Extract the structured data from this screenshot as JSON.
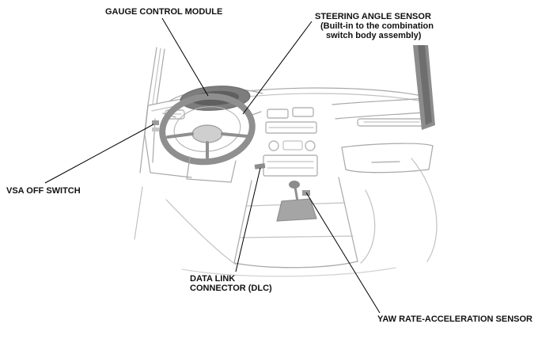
{
  "colors": {
    "label_text": "#111111",
    "leader_line": "#000000",
    "sketch_light": "#a8a8a8",
    "sketch_dark": "#7d7d7d"
  },
  "labels": {
    "gauge_control_module": "GAUGE CONTROL MODULE",
    "steering_angle_sensor": {
      "title": "STEERING ANGLE SENSOR",
      "note_line1": "(Built-in to the combination",
      "note_line2": "switch body assembly)"
    },
    "vsa_off_switch": "VSA OFF SWITCH",
    "data_link_connector": {
      "line1": "DATA LINK",
      "line2": "CONNECTOR (DLC)"
    },
    "yaw_rate_acceleration_sensor": "YAW RATE-ACCELERATION SENSOR"
  }
}
